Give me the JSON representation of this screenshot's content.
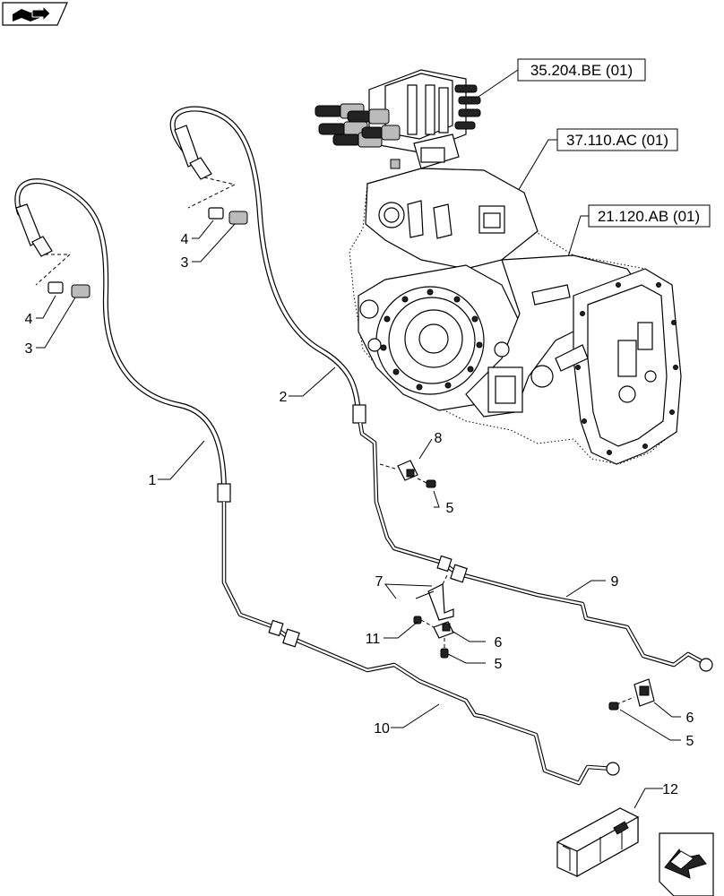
{
  "nav": {
    "top_icon": "book-arrow-icon",
    "bottom_icon": "next-page-arrow-icon"
  },
  "references": [
    "35.204.BE (01)",
    "37.110.AC (01)",
    "21.120.AB (01)"
  ],
  "callouts": {
    "c1": "1",
    "c2": "2",
    "c3a": "3",
    "c3b": "3",
    "c4a": "4",
    "c4b": "4",
    "c5a": "5",
    "c5b": "5",
    "c5c": "5",
    "c6a": "6",
    "c6b": "6",
    "c7": "7",
    "c8": "8",
    "c9": "9",
    "c10": "10",
    "c11": "11",
    "c12": "12"
  },
  "colors": {
    "line": "#000000",
    "background": "#ffffff",
    "fill_dark": "#222222",
    "fill_grey": "#bbbbbb"
  }
}
